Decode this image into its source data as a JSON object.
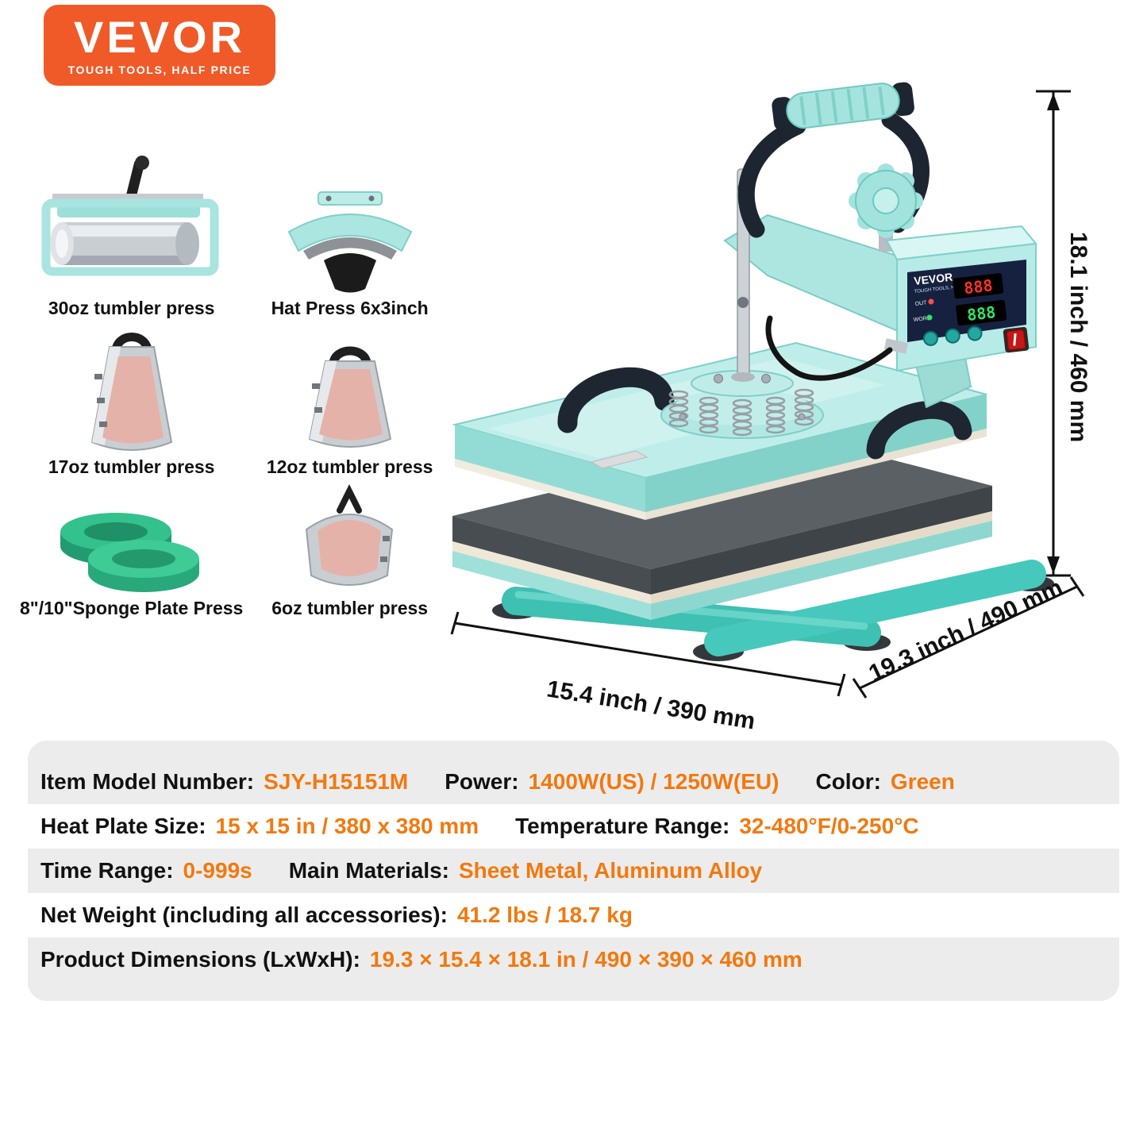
{
  "logo": {
    "brand": "VEVOR",
    "tagline": "TOUGH TOOLS, HALF PRICE"
  },
  "accessories": [
    {
      "label": "30oz tumbler press"
    },
    {
      "label": "Hat Press 6x3inch"
    },
    {
      "label": "17oz tumbler press"
    },
    {
      "label": "12oz tumbler press"
    },
    {
      "label": "8\"/10\"Sponge Plate Press"
    },
    {
      "label": "6oz tumbler press"
    }
  ],
  "machine": {
    "panel_brand": "VEVOR",
    "panel_tagline": "TOUGH TOOLS, HALF PRICE",
    "display_top": "888",
    "display_bottom": "888",
    "led_label_out": "OUT",
    "led_label_work": "WORK"
  },
  "dimensions": {
    "height": "18.1 inch / 460 mm",
    "width": "15.4 inch / 390 mm",
    "depth": "19.3 inch / 490 mm"
  },
  "specs": [
    {
      "pairs": [
        {
          "label": "Item Model Number:",
          "value": "SJY-H15151M"
        },
        {
          "label": "Power:",
          "value": "1400W(US) / 1250W(EU)"
        },
        {
          "label": "Color:",
          "value": "Green"
        }
      ]
    },
    {
      "pairs": [
        {
          "label": "Heat Plate Size:",
          "value": "15 x 15 in / 380 x 380 mm"
        },
        {
          "label": "Temperature Range:",
          "value": "32-480°F/0-250°C"
        }
      ]
    },
    {
      "pairs": [
        {
          "label": "Time Range:",
          "value": "0-999s"
        },
        {
          "label": "Main Materials:",
          "value": "Sheet Metal, Aluminum Alloy"
        }
      ]
    },
    {
      "pairs": [
        {
          "label": "Net Weight (including all accessories):",
          "value": "41.2 lbs / 18.7 kg"
        }
      ]
    },
    {
      "pairs": [
        {
          "label": "Product Dimensions (LxWxH):",
          "value": "19.3 × 15.4 × 18.1 in / 490 × 390 × 460 mm"
        }
      ]
    }
  ],
  "colors": {
    "brand_orange": "#f05a28",
    "value_orange": "#f2790f",
    "machine_mint": "#bfeeea",
    "base_teal": "#3ec0b3",
    "sponge_green": "#33c18d",
    "wrap_pink": "#e5b2a9",
    "led_red": "#ff3226",
    "led_green": "#2ee56a",
    "switch_red": "#c61616",
    "panel_gray": "#ececec",
    "text_black": "#111111"
  }
}
